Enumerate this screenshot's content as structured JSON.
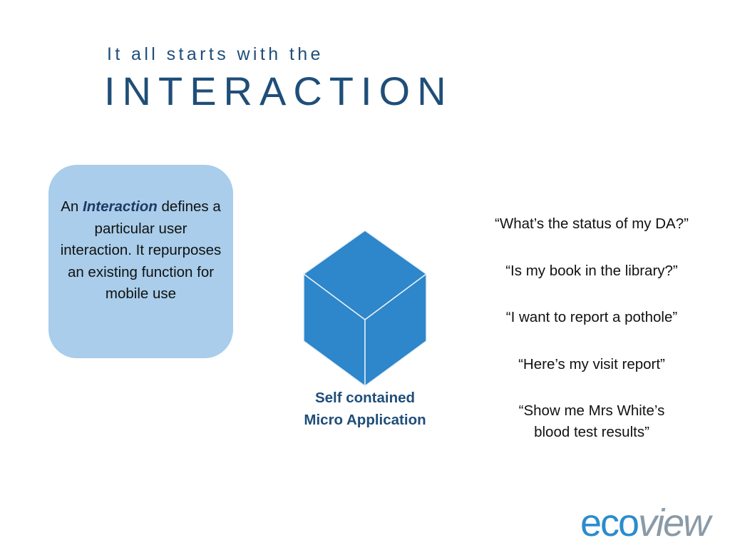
{
  "header": {
    "subtitle": "It all starts with the",
    "title": "INTERACTION"
  },
  "definition": {
    "prefix": "An ",
    "emphasis": "Interaction",
    "body": "defines a particular user interaction.  It repurposes an existing function for mobile use"
  },
  "cube": {
    "icon": "cube-icon",
    "label_line1": "Self contained",
    "label_line2": "Micro Application",
    "face_color": "#2e86cb",
    "edge_color": "#e8f2fa"
  },
  "examples": [
    {
      "lines": [
        "“What’s the status of my DA?”"
      ]
    },
    {
      "lines": [
        "“Is my book in the library?”"
      ]
    },
    {
      "lines": [
        "“I want to report a pothole”"
      ]
    },
    {
      "lines": [
        "“Here’s my visit report”"
      ]
    },
    {
      "lines": [
        "“Show me Mrs White’s",
        "blood test results”"
      ]
    }
  ],
  "logo": {
    "part1": "eco",
    "part2": "view",
    "color_eco": "#2b8ccd",
    "color_view": "#8a9aa6"
  },
  "colors": {
    "heading": "#1f4e79",
    "box_fill": "#a9cdea"
  }
}
